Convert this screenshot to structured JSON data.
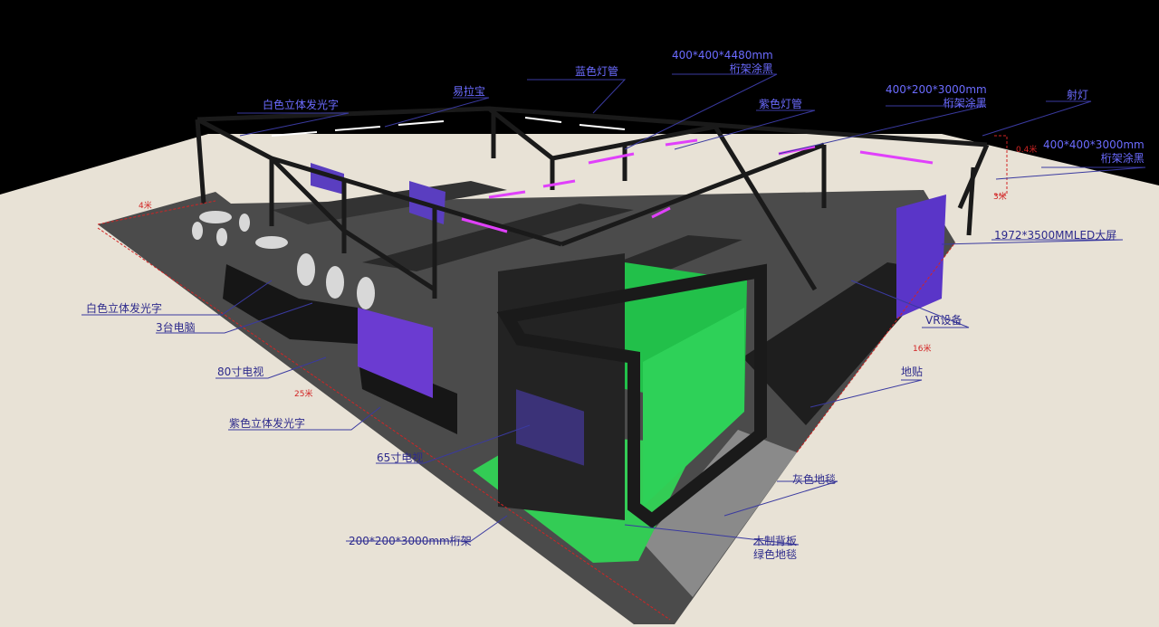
{
  "colors": {
    "sky": "#000000",
    "ground": "#e8e2d6",
    "booth_floor": "#4a4a4a",
    "aisle": "#2b2b2b",
    "truss": "#1a1a1a",
    "green_screen": "#33cc55",
    "purple_light": "#e040fb",
    "blue_light": "#ffffff",
    "label_text": "#2d2a8c",
    "label_text_dark": "#6b6bff",
    "leader_line": "#3a3aa0",
    "dimension": "#d22424"
  },
  "labels": [
    {
      "id": "white-3d-sign-top",
      "lines": [
        "白色立体发光字"
      ]
    },
    {
      "id": "rollup-banner",
      "lines": [
        "易拉宝"
      ]
    },
    {
      "id": "blue-light-tube",
      "lines": [
        "蓝色灯管"
      ]
    },
    {
      "id": "truss-400x400x4480",
      "lines": [
        "400*400*4480mm",
        "桁架涂黑"
      ]
    },
    {
      "id": "purple-light-tube",
      "lines": [
        "紫色灯管"
      ]
    },
    {
      "id": "truss-400x200x3000",
      "lines": [
        "400*200*3000mm",
        "桁架涂黑"
      ]
    },
    {
      "id": "spotlight",
      "lines": [
        "射灯"
      ]
    },
    {
      "id": "truss-400x400x3000",
      "lines": [
        "400*400*3000mm",
        "桁架涂黑"
      ]
    },
    {
      "id": "led-screen",
      "lines": [
        "1972*3500MMLED大屏"
      ]
    },
    {
      "id": "white-3d-sign-left",
      "lines": [
        "白色立体发光字"
      ]
    },
    {
      "id": "three-computers",
      "lines": [
        "3台电脑"
      ]
    },
    {
      "id": "tv-80",
      "lines": [
        "80寸电视"
      ]
    },
    {
      "id": "purple-3d-sign",
      "lines": [
        "紫色立体发光字"
      ]
    },
    {
      "id": "tv-65",
      "lines": [
        "65寸电视"
      ]
    },
    {
      "id": "vr-device",
      "lines": [
        "VR设备"
      ]
    },
    {
      "id": "floor-sticker",
      "lines": [
        "地贴"
      ]
    },
    {
      "id": "grey-carpet",
      "lines": [
        "灰色地毯"
      ]
    },
    {
      "id": "wooden-backboard",
      "lines": [
        "木制背板",
        "绿色地毯"
      ]
    },
    {
      "id": "truss-200x200x3000",
      "lines": [
        "200*200*3000mm桁架"
      ]
    }
  ],
  "dimensions": [
    {
      "id": "dim-4m",
      "text": "4米"
    },
    {
      "id": "dim-25m",
      "text": "25米"
    },
    {
      "id": "dim-16m",
      "text": "16米"
    },
    {
      "id": "dim-3m",
      "text": "3米"
    },
    {
      "id": "dim-0_4m",
      "text": "0.4米"
    }
  ]
}
